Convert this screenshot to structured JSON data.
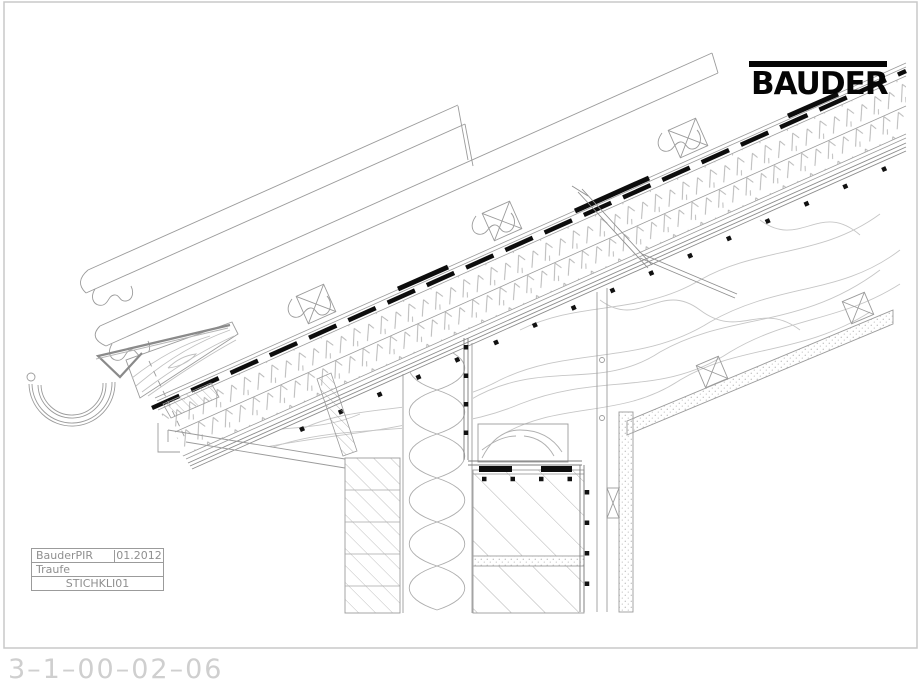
{
  "sheet": {
    "background": "#ffffff",
    "border_color": "#c8c8c8"
  },
  "logo": {
    "text": "BAUDER",
    "color": "#050505"
  },
  "title_block": {
    "product": "BauderPIR",
    "date": "01.2012",
    "detail_name": "Traufe",
    "detail_code": "STICHKLI01",
    "text_color": "#8f8f8f"
  },
  "drawing_number": "3–1–00–02–06",
  "colors": {
    "cad_line": "#9b9b9b",
    "cad_line_light": "#c6c6c6",
    "boarding_line": "#8c8c8c",
    "accent_black": "#0d0d0d",
    "metal_gray": "#8a8a8a",
    "number_gray": "#cfcfcf"
  }
}
